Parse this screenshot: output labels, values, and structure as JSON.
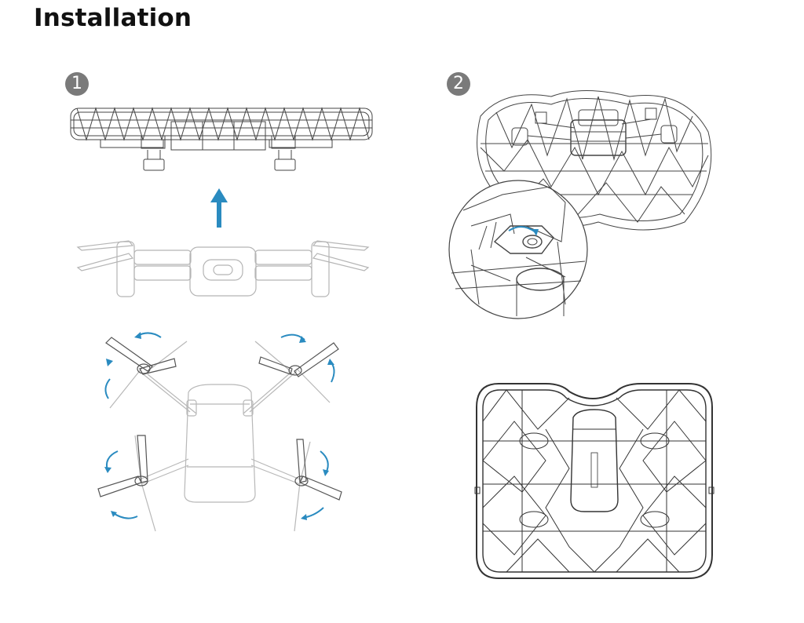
{
  "page": {
    "title": "Installation"
  },
  "steps": [
    {
      "number": "1"
    },
    {
      "number": "2"
    }
  ],
  "colors": {
    "accent_arrow": "#2a8bc0",
    "line_art": "#3a3a3a",
    "faded_line_art": "#b5b5b5",
    "badge_fill": "#7a7a7a",
    "title_text": "#111111"
  },
  "icons": {
    "up_arrow": "arrow-up-icon",
    "rotate_arrow": "rotate-arrow-icon"
  }
}
